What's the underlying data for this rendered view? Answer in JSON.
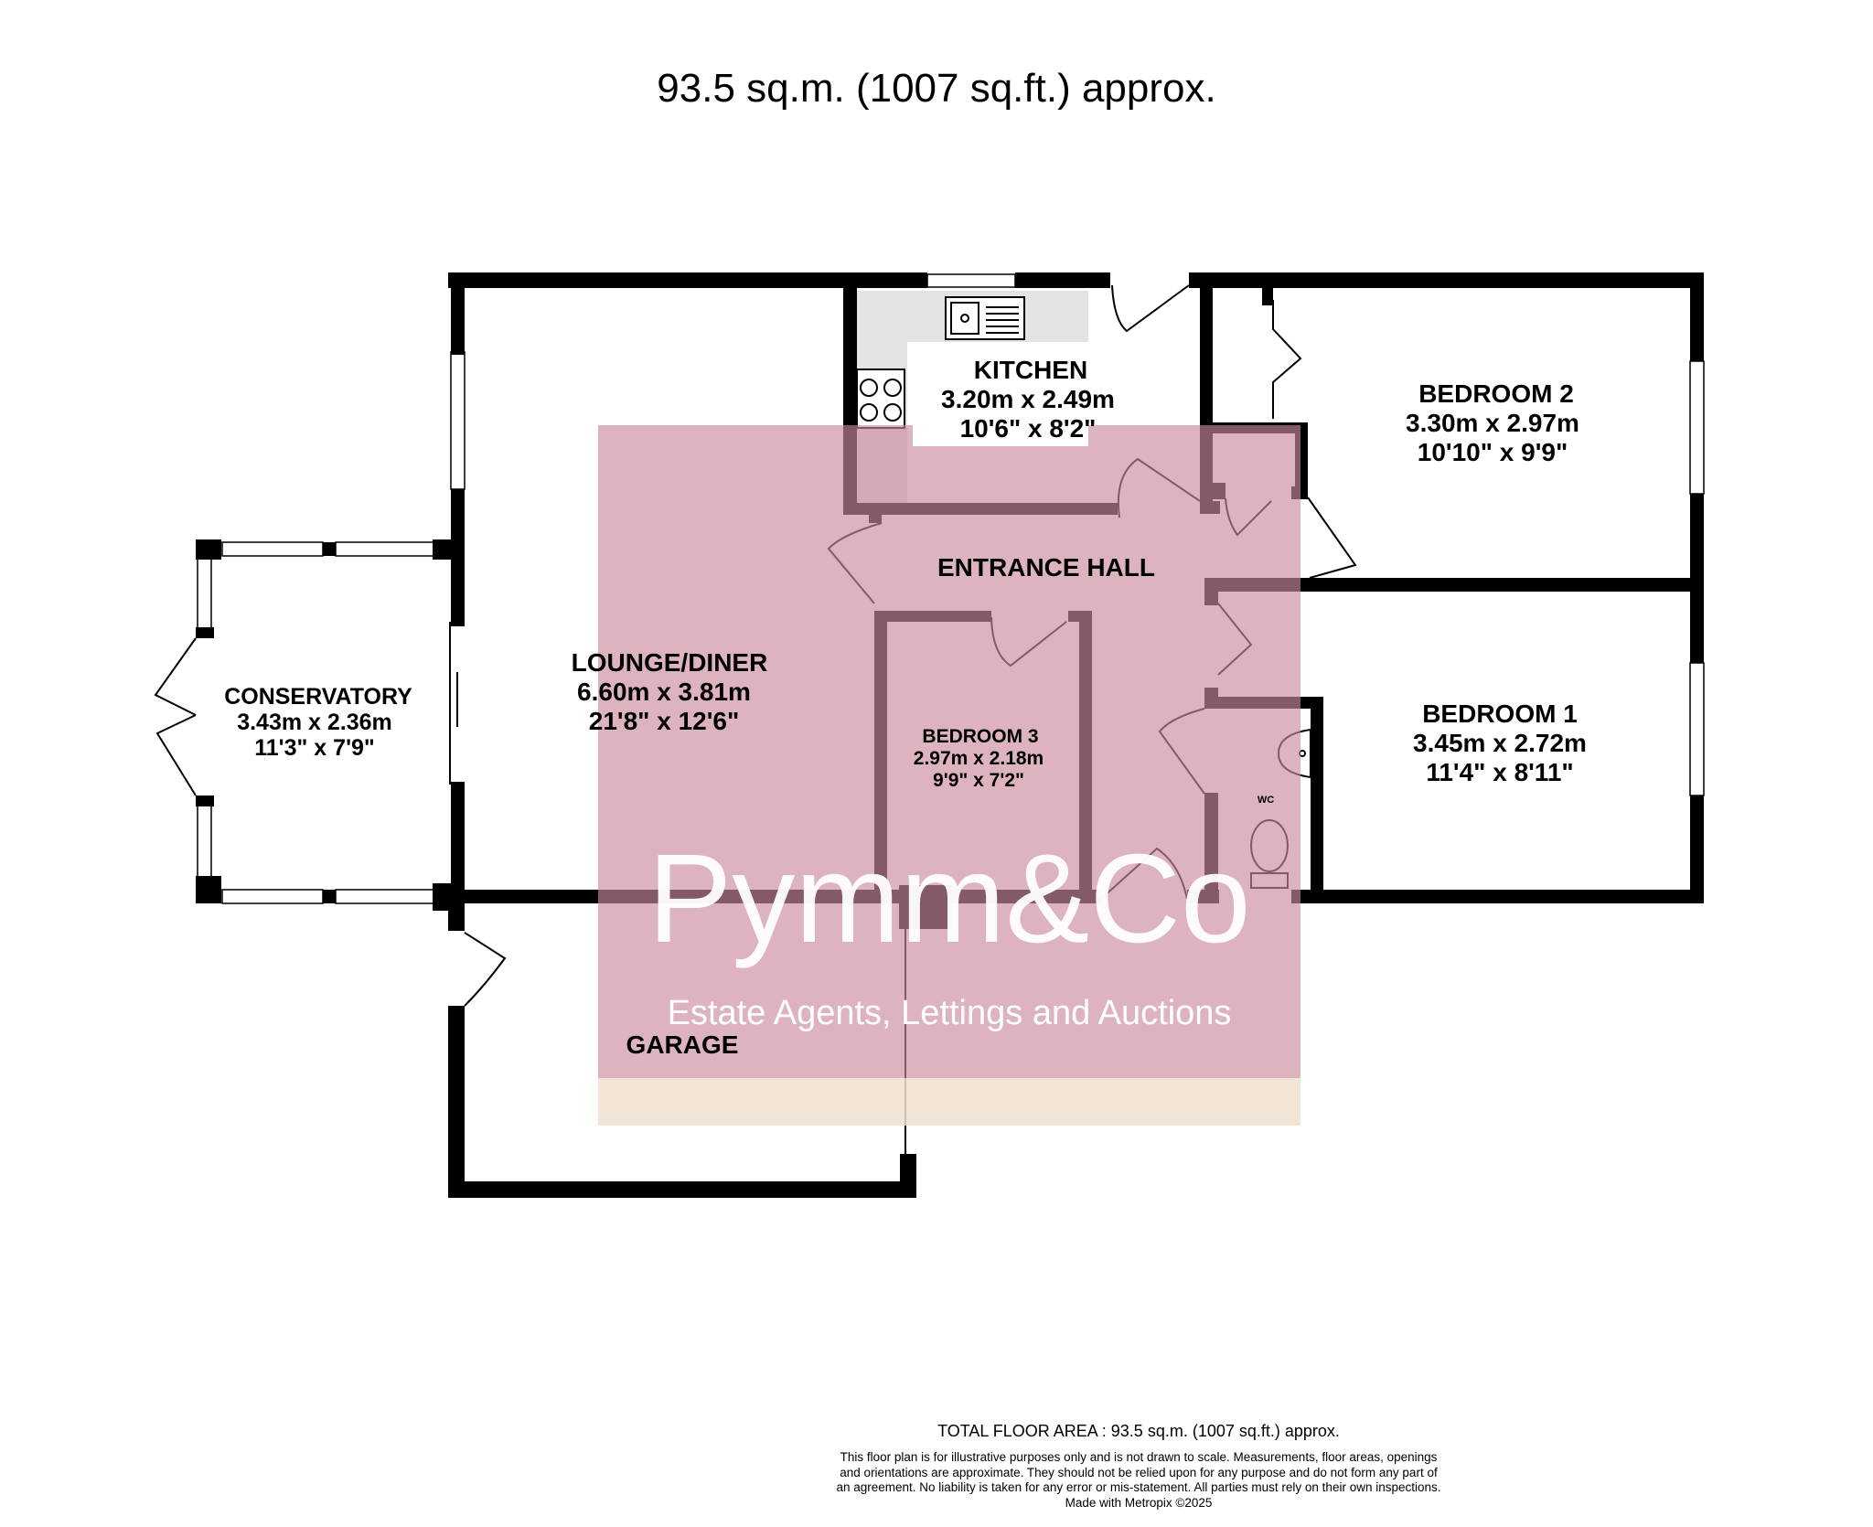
{
  "header": {
    "area_text": "93.5 sq.m. (1007 sq.ft.) approx."
  },
  "rooms": {
    "kitchen": {
      "name": "KITCHEN",
      "metric": "3.20m  x 2.49m",
      "imperial": "10'6\"  x 8'2\""
    },
    "bedroom2": {
      "name": "BEDROOM 2",
      "metric": "3.30m  x 2.97m",
      "imperial": "10'10\"  x 9'9\""
    },
    "entrance_hall": {
      "name": "ENTRANCE HALL"
    },
    "lounge_diner": {
      "name": "LOUNGE/DINER",
      "metric": "6.60m  x 3.81m",
      "imperial": "21'8\"  x 12'6\""
    },
    "conservatory": {
      "name": "CONSERVATORY",
      "metric": "3.43m  x 2.36m",
      "imperial": "11'3\"  x 7'9\""
    },
    "bedroom3": {
      "name": "BEDROOM 3",
      "metric": "2.97m  x 2.18m",
      "imperial": "9'9\"  x 7'2\""
    },
    "bedroom1": {
      "name": "BEDROOM 1",
      "metric": "3.45m  x 2.72m",
      "imperial": "11'4\"  x 8'11\""
    },
    "wc": {
      "name": "WC"
    },
    "garage": {
      "name": "GARAGE"
    }
  },
  "watermark": {
    "brand": "Pymm&Co",
    "tagline": "Estate Agents, Lettings and Auctions",
    "overlay_color": "#c98a9c",
    "band_color": "#efe0cf"
  },
  "colors": {
    "wall": "#000000",
    "worktop": "#e3e3e3"
  },
  "footer": {
    "total": "TOTAL FLOOR AREA : 93.5 sq.m. (1007 sq.ft.) approx.",
    "disclaimer": "This floor plan is for illustrative purposes only and is not drawn to scale.  Measurements, floor areas, openings and orientations are approximate.  They should not be relied upon for any purpose and do not form any part of an agreement.  No liability is taken for any error or mis-statement.  All parties must rely on their own inspections.",
    "credit": "Made with Metropix ©2025"
  }
}
